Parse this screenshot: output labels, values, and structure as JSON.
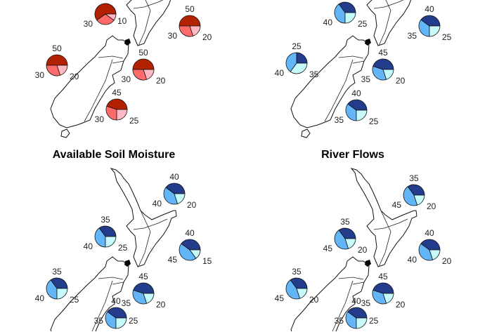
{
  "panels": [
    {
      "title": "",
      "scheme": "red",
      "pies": [
        {
          "above": 60,
          "near": 30,
          "below": 10
        },
        {
          "above": 50,
          "near": 30,
          "below": 20
        },
        {
          "above": 50,
          "near": 30,
          "below": 20
        },
        {
          "above": 50,
          "near": 30,
          "below": 20
        },
        {
          "above": 45,
          "near": 30,
          "below": 25
        }
      ]
    },
    {
      "title": "",
      "scheme": "blue",
      "pies": [
        {
          "above": 35,
          "near": 40,
          "below": 25
        },
        {
          "above": 40,
          "near": 35,
          "below": 25
        },
        {
          "above": 25,
          "near": 40,
          "below": 35
        },
        {
          "above": 45,
          "near": 35,
          "below": 20
        },
        {
          "above": 40,
          "near": 35,
          "below": 25
        }
      ]
    },
    {
      "title": "Available Soil Moisture",
      "scheme": "blue",
      "pies": [
        {
          "above": 40,
          "near": 40,
          "below": 20
        },
        {
          "above": 35,
          "near": 40,
          "below": 25
        },
        {
          "above": 40,
          "near": 45,
          "below": 15
        },
        {
          "above": 35,
          "near": 40,
          "below": 25
        },
        {
          "above": 45,
          "near": 35,
          "below": 20
        },
        {
          "above": 40,
          "near": 35,
          "below": 25
        }
      ]
    },
    {
      "title": "River Flows",
      "scheme": "blue",
      "pies": [
        {
          "above": 35,
          "near": 45,
          "below": 20
        },
        {
          "above": 35,
          "near": 45,
          "below": 20
        },
        {
          "above": 40,
          "near": 40,
          "below": 20
        },
        {
          "above": 35,
          "near": 45,
          "below": 20
        },
        {
          "above": 45,
          "near": 35,
          "below": 20
        },
        {
          "above": 40,
          "near": 35,
          "below": 25
        }
      ]
    }
  ],
  "colors": {
    "red": {
      "above": "#b32200",
      "near": "#ff6b6b",
      "below": "#ffb8c2"
    },
    "blue": {
      "above": "#233d8c",
      "near": "#62b6f7",
      "below": "#c6fbfc"
    }
  }
}
